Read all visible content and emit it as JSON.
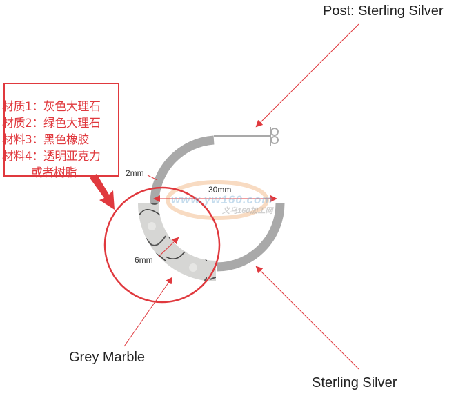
{
  "labels": {
    "post": "Post: Sterling Silver",
    "hoop": "Sterling Silver",
    "marble": "Grey Marble",
    "dim_thickness": "2mm",
    "dim_diameter": "30mm",
    "dim_width": "6mm"
  },
  "materials": [
    "材质1：灰色大理石",
    "材质2：绿色大理石",
    "材料3：黑色橡胶",
    "材料4：透明亚克力",
    "或者树脂"
  ],
  "watermark": {
    "url": "www.yw160.com",
    "name": "义乌160加工网"
  },
  "colors": {
    "accent": "#e0393e",
    "metal": "#a9a9a9"
  }
}
